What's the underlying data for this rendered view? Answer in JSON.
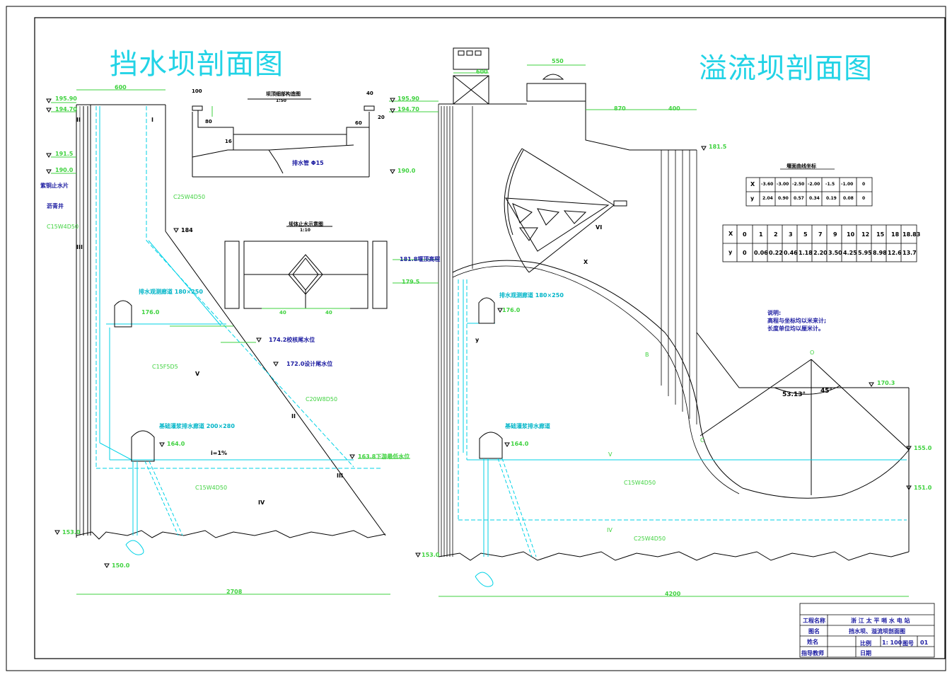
{
  "titles": {
    "left": "挡水坝剖面图",
    "right": "溢流坝剖面图"
  },
  "left_dam": {
    "elevations": [
      "195.90",
      "194.70",
      "191.5",
      "190.0",
      "184",
      "176.0",
      "174.2校核尾水位",
      "172.0设计尾水位",
      "164.0",
      "163.8下游最低水位",
      "153.0",
      "150.0"
    ],
    "labels": {
      "copper_stop": "紫铜止水片",
      "asphalt_well": "沥青井",
      "gallery_1": "排水观测廊道 180×250",
      "gallery_2": "基础灌浆排水廊道 200×280",
      "slope": "i=1%",
      "width_top": "600",
      "width_bottom": "2708",
      "concrete_1": "C25W4D50",
      "concrete_2": "C15W4D50",
      "concrete_3": "C15F5D5",
      "concrete_4": "C20W8D50",
      "concrete_5": "C15W4D50"
    },
    "zones": [
      "I",
      "II",
      "III",
      "V",
      "II",
      "III",
      "IV"
    ]
  },
  "details": {
    "detail1_title": "坝顶细部构造图",
    "detail1_scale": "1:50",
    "drain_pipe": "排水管 Φ15",
    "detail2_title": "坝体止水示意图",
    "detail2_scale": "1:10",
    "dims": [
      "100",
      "40",
      "20",
      "80",
      "60",
      "16",
      "40",
      "40"
    ]
  },
  "right_dam": {
    "elevations": [
      "195.90",
      "194.70",
      "190.0",
      "181.8堰顶高程",
      "179.5",
      "181.5",
      "176.0",
      "170.3",
      "164.0",
      "153.0",
      "155.0",
      "151.0"
    ],
    "labels": {
      "gallery_1": "排水观测廊道 180×250",
      "gallery_2": "基础灌浆排水廊道",
      "dim_top": "550",
      "dim_tower": "600",
      "dim_a": "870",
      "dim_b": "400",
      "dim_bottom": "4200",
      "angle_1": "53.13°",
      "angle_2": "45°",
      "concrete_1": "C15W4D50",
      "concrete_2": "C25W4D50"
    },
    "zones": [
      "VI",
      "V",
      "IV",
      "X",
      "y",
      "B",
      "O",
      "C"
    ],
    "notes_title": "说明:",
    "notes": [
      "高程与坐标均以米来计;",
      "长度单位均以厘米计。"
    ]
  },
  "table1": {
    "title": "堰面曲线坐标",
    "x_label": "X",
    "y_label": "y",
    "x": [
      "-3.60",
      "-3.00",
      "-2.50",
      "-2.00",
      "-1.5",
      "-1.00",
      "0"
    ],
    "y": [
      "2.04",
      "0.90",
      "0.57",
      "0.34",
      "0.19",
      "0.08",
      "0"
    ]
  },
  "table2": {
    "x_label": "X",
    "y_label": "y",
    "x": [
      "0",
      "1",
      "2",
      "3",
      "5",
      "7",
      "9",
      "10",
      "12",
      "15",
      "18",
      "18.83"
    ],
    "y": [
      "0",
      "0.06",
      "0.22",
      "0.46",
      "1.18",
      "2.20",
      "3.50",
      "4.25",
      "5.95",
      "8.98",
      "12.6",
      "13.7"
    ]
  },
  "title_block": {
    "project_label": "工程名称",
    "project_value": "浙 江 太 平 哨 水 电 站",
    "drawing_label": "图名",
    "drawing_value": "挡水坝、溢流坝剖面图",
    "name_label": "姓名",
    "scale_label": "比例",
    "scale_value": "1: 100",
    "sheet_label": "图号",
    "sheet_value": "01",
    "teacher_label": "指导教师",
    "date_label": "日期"
  },
  "colors": {
    "line": "#000000",
    "cyan": "#00d2e6",
    "green": "#3fd23f",
    "label": "#1a1aa0"
  }
}
